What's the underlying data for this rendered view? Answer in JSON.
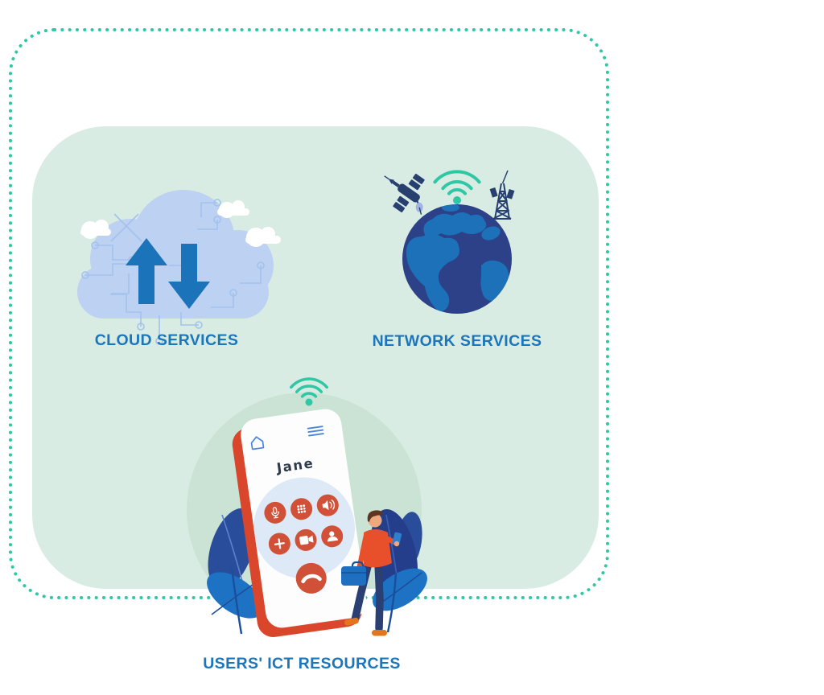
{
  "diagram": {
    "panel": {
      "cloud_label": "CLOUD SERVICES",
      "network_label": "NETWORK SERVICES"
    },
    "footer": {
      "users_label": "USERS' ICT RESOURCES"
    },
    "phone": {
      "contact_name": "Jane"
    },
    "icons": {
      "cloud": "cloud-with-transfer-arrows",
      "network": "globe-satellite-tower-wifi",
      "device": "smartphone-dialpad-wifi",
      "dial_buttons": [
        "mic",
        "keypad",
        "speaker",
        "add-call",
        "video-call",
        "contacts",
        "end-call"
      ]
    },
    "colors": {
      "dotted_border": "#2fc7a4",
      "panel_bg": "#d9ece3",
      "halo_bg": "#cbe3d5",
      "label_blue": "#1b76bc",
      "cloud_fill": "#bdd1f2",
      "circuit_line": "#a3c2ec",
      "arrow_blue": "#1b74ba",
      "globe_ocean": "#2c4187",
      "globe_land": "#1d71b8",
      "navy": "#27406f",
      "wifi_teal": "#2fc7a4",
      "phone_red": "#d9462b",
      "button_red": "#d05138",
      "dial_circle": "#dde9f6",
      "phone_icon_blue": "#4a86d8",
      "contact_text": "#2e3b4d",
      "leaf_dark": "#2a4d9b",
      "leaf_mid": "#1e72c4",
      "person_sweater": "#e8502c",
      "person_pants": "#2b3f72",
      "briefcase_blue": "#1f6fc0"
    }
  }
}
